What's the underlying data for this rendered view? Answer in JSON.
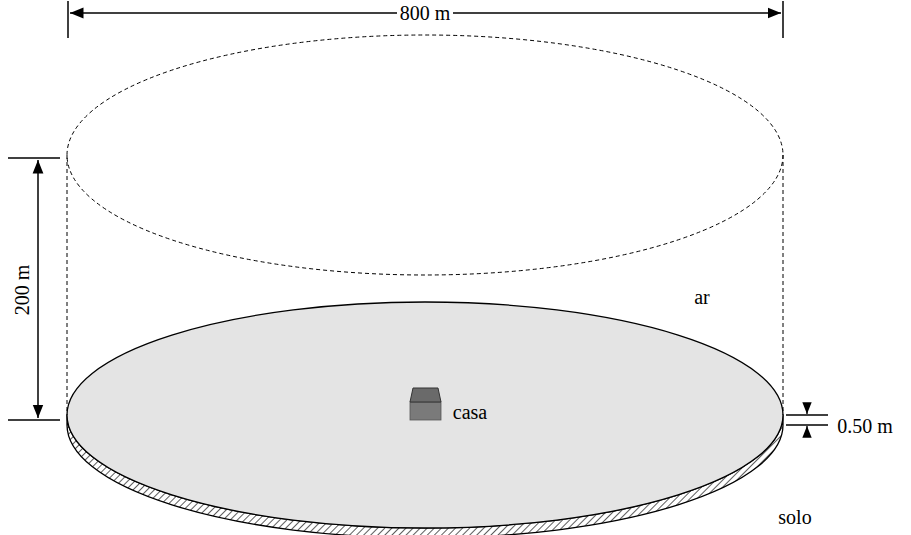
{
  "diagram": {
    "labels": [
      "800 m",
      "200 m",
      "ar",
      "casa",
      "0.50 m",
      "solo"
    ]
  }
}
